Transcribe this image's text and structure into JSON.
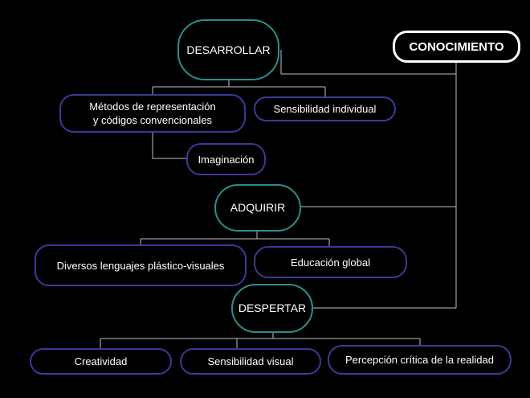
{
  "title": "CONOCIMIENTO",
  "nodes": {
    "desarrollar": "DESARROLLAR",
    "metodos_line1": "Métodos de representación",
    "metodos_line2": "y códigos convencionales",
    "sensibilidad_individual": "Sensibilidad individual",
    "imaginacion": "Imaginación",
    "adquirir": "ADQUIRIR",
    "diversos_lenguajes": "Diversos lenguajes plástico-visuales",
    "educacion_global": "Educación global",
    "despertar": "DESPERTAR",
    "creatividad": "Creatividad",
    "sensibilidad_visual": "Sensibilidad visual",
    "percepcion_critica": "Percepción crítica de la realidad"
  },
  "colors": {
    "background": "#000000",
    "blue_border": "#3a3a9a",
    "teal_border": "#2a8f8a",
    "connector": "#bfbfbf"
  }
}
